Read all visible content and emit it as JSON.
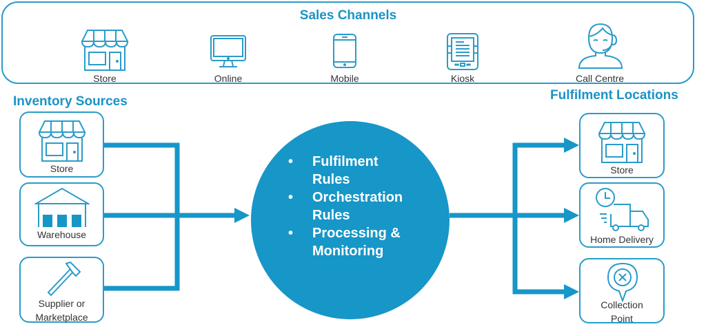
{
  "sales_channels": {
    "title": "Sales Channels",
    "items": [
      {
        "label": "Store",
        "icon": "store-icon"
      },
      {
        "label": "Online",
        "icon": "monitor-icon"
      },
      {
        "label": "Mobile",
        "icon": "mobile-phone-icon"
      },
      {
        "label": "Kiosk",
        "icon": "kiosk-icon"
      },
      {
        "label": "Call Centre",
        "icon": "call-centre-agent-icon"
      }
    ]
  },
  "inventory_sources": {
    "title": "Inventory Sources",
    "items": [
      {
        "label": "Store",
        "icon": "store-icon"
      },
      {
        "label": "Warehouse",
        "icon": "warehouse-icon"
      },
      {
        "label_line1": "Supplier or",
        "label_line2": "Marketplace",
        "icon": "hammer-icon"
      }
    ]
  },
  "engine": {
    "bullet": "•",
    "lines": [
      [
        "Fulfilment",
        "Rules"
      ],
      [
        "Orchestration",
        "Rules"
      ],
      [
        "Processing &",
        "Monitoring"
      ]
    ]
  },
  "fulfilment_locations": {
    "title": "Fulfilment Locations",
    "items": [
      {
        "label": "Store",
        "icon": "store-icon"
      },
      {
        "label": "Home Delivery",
        "icon": "delivery-truck-icon"
      },
      {
        "label_line1": "Collection",
        "label_line2": "Point",
        "icon": "location-pin-icon"
      }
    ]
  },
  "colors": {
    "accent": "#1796c8",
    "outline": "#2a9bc9",
    "label_text": "#333333"
  }
}
